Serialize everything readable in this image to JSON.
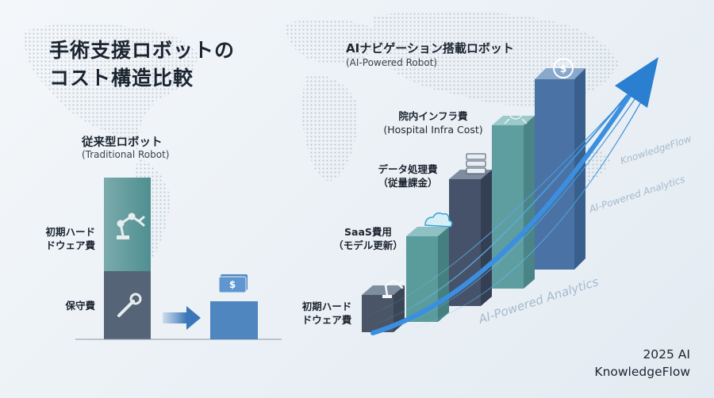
{
  "title": {
    "line1": "手術支援ロボットの",
    "line2": "コスト構造比較"
  },
  "traditional": {
    "title": "従来型ロボット",
    "subtitle": "(Traditional Robot)",
    "segments": [
      {
        "label_lines": [
          "初期ハード",
          "ドウェア費"
        ],
        "icon": "robot-arm-icon"
      },
      {
        "label_lines": [
          "保守費"
        ],
        "icon": "wrench-icon"
      }
    ],
    "arrow_icon": "arrow-right-icon",
    "result_icon": "money-bill-icon"
  },
  "ai": {
    "title": "AIナビゲーション搭載ロボット",
    "subtitle": "(AI-Powered Robot)",
    "steps": [
      {
        "label_lines": [
          "初期ハード",
          "ドウェア費"
        ],
        "icon": "robot-arm-icon"
      },
      {
        "label_lines": [
          "SaaS費用",
          "（モデル更新）"
        ],
        "icon": "cloud-icon"
      },
      {
        "label_lines": [
          "データ処理費",
          "（従量課金）"
        ],
        "icon": "server-icon"
      },
      {
        "label_lines": [
          "院内インフラ費",
          "(Hospital Infra Cost)"
        ],
        "icon": "network-hub-icon"
      },
      {
        "label_lines": [],
        "icon": "dollar-cycle-icon"
      }
    ],
    "watermarks": [
      "AI-Powered Analytics",
      "KnowledgeFlow",
      "AI-Powered Analytics"
    ]
  },
  "footer": {
    "line1": "2025 AI",
    "line2": "KnowledgeFlow"
  },
  "colors": {
    "teal": "#4f8f91",
    "slate": "#556476",
    "blue": "#4f86c0",
    "dark": "#3f4b5c",
    "accent": "#2b7fd0"
  }
}
